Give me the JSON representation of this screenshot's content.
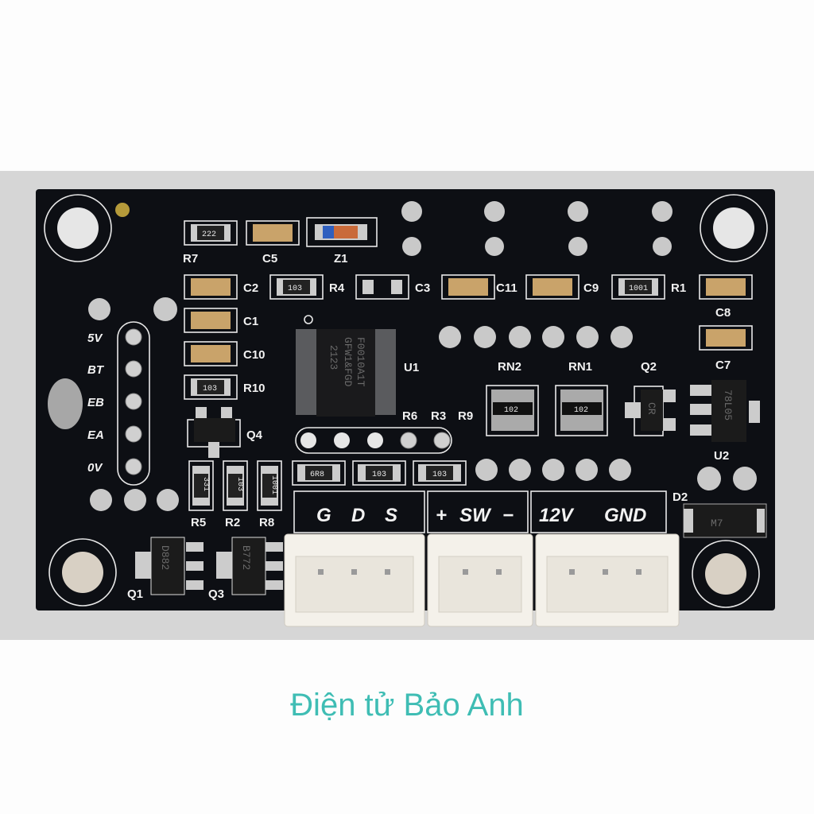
{
  "photo": {
    "board_color": "#0d0f14",
    "background_color": "#d9d9d9",
    "watermark": "Điện tử Bảo Anh"
  },
  "labels": {
    "R7": "R7",
    "C5": "C5",
    "Z1": "Z1",
    "C2": "C2",
    "R4": "R4",
    "C3": "C3",
    "C11": "C11",
    "C9": "C9",
    "R1": "R1",
    "C8": "C8",
    "C1": "C1",
    "C10": "C10",
    "R10": "R10",
    "C7": "C7",
    "U1": "U1",
    "RN2": "RN2",
    "RN1": "RN1",
    "Q2": "Q2",
    "R6": "R6",
    "R3": "R3",
    "R9": "R9",
    "U2": "U2",
    "Q4": "Q4",
    "R5": "R5",
    "R2": "R2",
    "R8": "R8",
    "D2": "D2",
    "Q1": "Q1",
    "Q3": "Q3"
  },
  "header_pins": [
    "5V",
    "BT",
    "EB",
    "EA",
    "0V"
  ],
  "connectors": [
    {
      "labels": [
        "G",
        "D",
        "S"
      ]
    },
    {
      "labels": [
        "+",
        "SW",
        "−"
      ]
    },
    {
      "labels": [
        "12V",
        "GND"
      ]
    }
  ],
  "markings": {
    "R7": "222",
    "R4": "103",
    "R1": "1001",
    "R10": "103",
    "RN2": "102",
    "RN1": "102",
    "Q2": "CR",
    "U2": "78L05",
    "D2": "M7",
    "Q1": "D882",
    "Q3": "B772",
    "R6": "6R8",
    "R3": "103",
    "R9": "103",
    "R5": "331",
    "R2": "103",
    "R8": "1001",
    "U1": [
      "F0010A1T",
      "GFW1&FGD",
      "2123"
    ]
  }
}
